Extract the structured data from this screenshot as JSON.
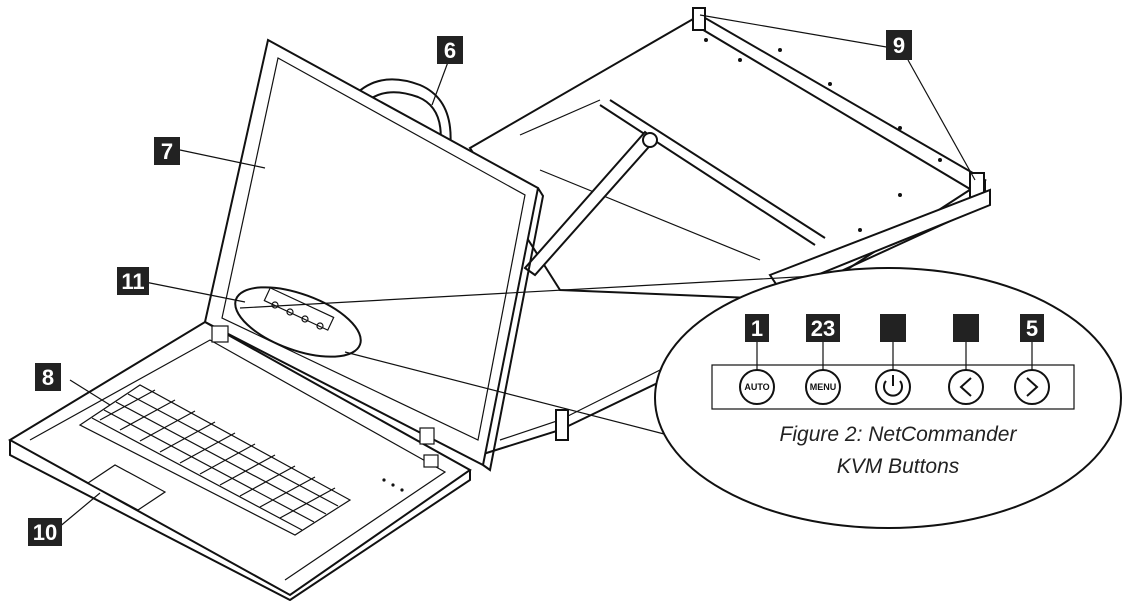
{
  "callouts": {
    "c1": "1",
    "c2": "23",
    "c5": "5",
    "c6": "6",
    "c7": "7",
    "c8": "8",
    "c9": "9",
    "c10": "10",
    "c11": "11"
  },
  "buttons": {
    "auto": "AUTO",
    "menu": "MENU"
  },
  "caption": {
    "line1": "Figure 2: NetCommander",
    "line2": "KVM Buttons"
  }
}
